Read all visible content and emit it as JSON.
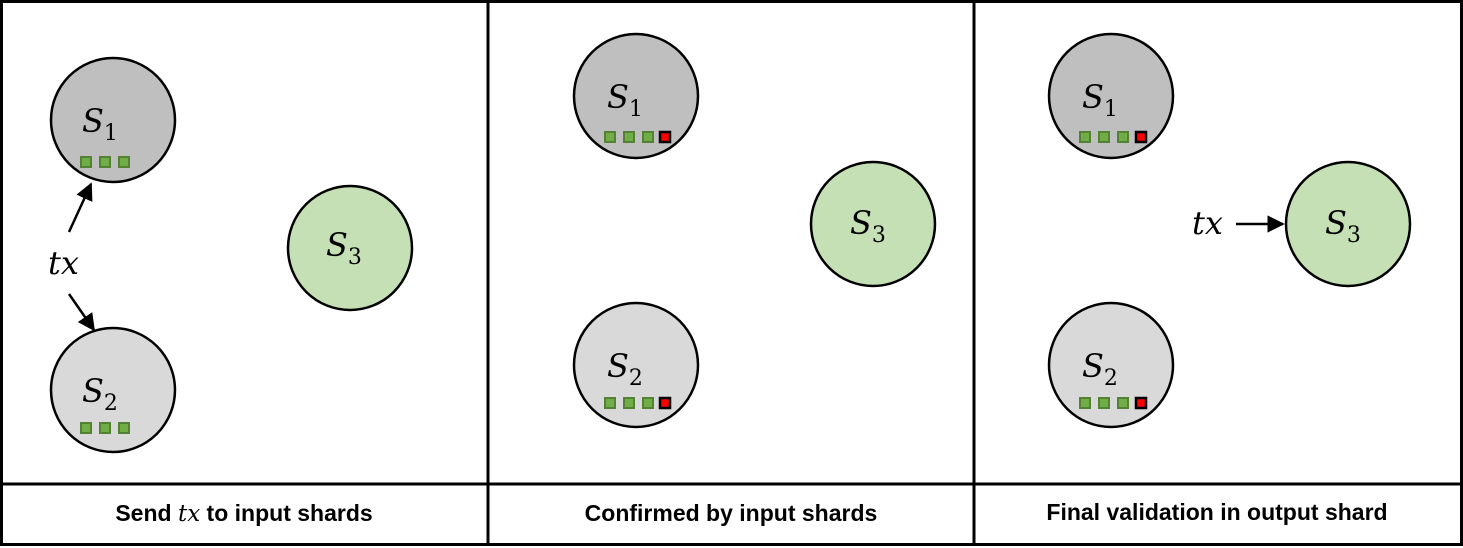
{
  "panels": [
    {
      "caption_pre": "Send ",
      "caption_math": "tx",
      "caption_post": " to input shards",
      "tx_label": "tx",
      "shards": [
        {
          "letter": "S",
          "sub": "1",
          "fill": "#bfbfbf",
          "blocks": [
            "green",
            "green",
            "green"
          ]
        },
        {
          "letter": "S",
          "sub": "2",
          "fill": "#d9d9d9",
          "blocks": [
            "green",
            "green",
            "green"
          ]
        },
        {
          "letter": "S",
          "sub": "3",
          "fill": "#c5e0b4",
          "blocks": []
        }
      ]
    },
    {
      "caption_pre": "Confirmed by input shards",
      "caption_math": "",
      "caption_post": "",
      "tx_label": "",
      "shards": [
        {
          "letter": "S",
          "sub": "1",
          "fill": "#bfbfbf",
          "blocks": [
            "green",
            "green",
            "green",
            "red"
          ]
        },
        {
          "letter": "S",
          "sub": "2",
          "fill": "#d9d9d9",
          "blocks": [
            "green",
            "green",
            "green",
            "red"
          ]
        },
        {
          "letter": "S",
          "sub": "3",
          "fill": "#c5e0b4",
          "blocks": []
        }
      ]
    },
    {
      "caption_pre": "Final validation in output shard",
      "caption_math": "",
      "caption_post": "",
      "tx_label": "tx",
      "shards": [
        {
          "letter": "S",
          "sub": "1",
          "fill": "#bfbfbf",
          "blocks": [
            "green",
            "green",
            "green",
            "red"
          ]
        },
        {
          "letter": "S",
          "sub": "2",
          "fill": "#d9d9d9",
          "blocks": [
            "green",
            "green",
            "green",
            "red"
          ]
        },
        {
          "letter": "S",
          "sub": "3",
          "fill": "#c5e0b4",
          "blocks": []
        }
      ]
    }
  ],
  "colors": {
    "block_green_fill": "#70ad47",
    "block_green_border": "#548235",
    "block_red_fill": "#ff0000",
    "block_red_border": "#000000",
    "border": "#000000"
  }
}
